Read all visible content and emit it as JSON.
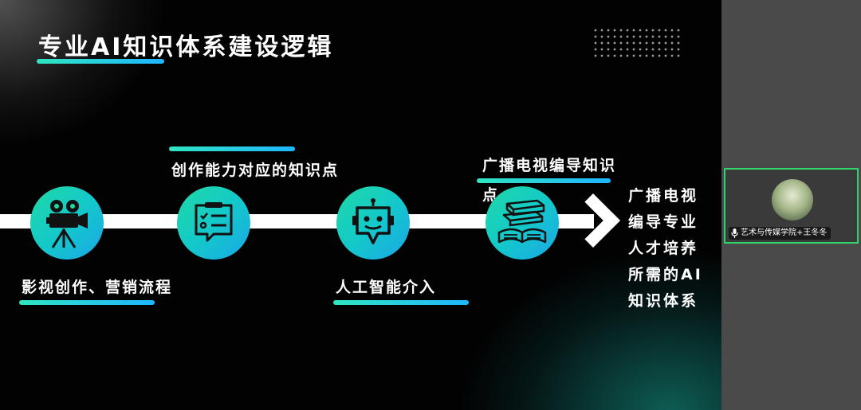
{
  "slide": {
    "title": "专业AI知识体系建设逻辑",
    "steps": [
      {
        "icon": "film-camera-icon",
        "label": "影视创作、营销流程"
      },
      {
        "icon": "clipboard-list-icon",
        "label": "创作能力对应的知识点"
      },
      {
        "icon": "robot-icon",
        "label": "人工智能介入"
      },
      {
        "icon": "books-icon",
        "label_line1": "广播电视编导知识",
        "label_line2": "点"
      }
    ],
    "result_lines": [
      "广播电视",
      "编导专业",
      "人才培养",
      "所需的AI",
      "知识体系"
    ],
    "accent_colors": [
      "#2ee6c0",
      "#1fb6ff"
    ]
  },
  "participant": {
    "name": "艺术与传媒学院+王冬冬",
    "mic_icon": "microphone-icon",
    "active_border_color": "#2fd46a"
  }
}
